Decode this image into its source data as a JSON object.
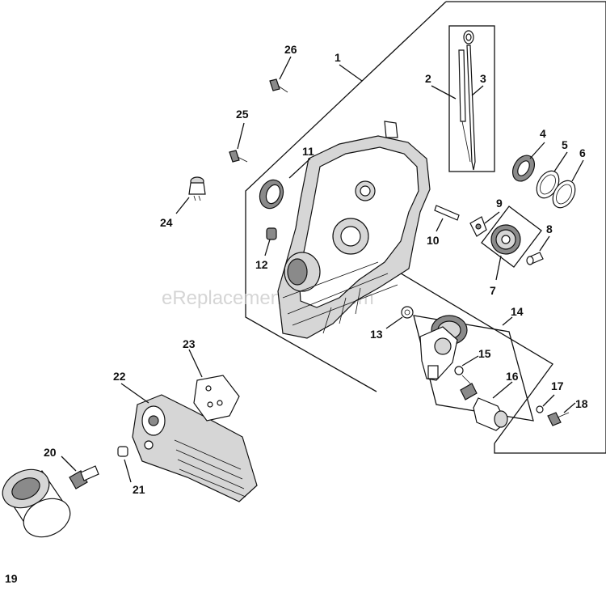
{
  "watermark": "eReplacementParts.com",
  "callouts": {
    "c1": "1",
    "c2": "2",
    "c3": "3",
    "c4": "4",
    "c5": "5",
    "c6": "6",
    "c7": "7",
    "c8": "8",
    "c9": "9",
    "c10": "10",
    "c11": "11",
    "c12": "12",
    "c13": "13",
    "c14": "14",
    "c15": "15",
    "c16": "16",
    "c17": "17",
    "c18": "18",
    "c19": "19",
    "c20": "20",
    "c21": "21",
    "c22": "22",
    "c23": "23",
    "c24": "24",
    "c25": "25",
    "c26": "26"
  }
}
